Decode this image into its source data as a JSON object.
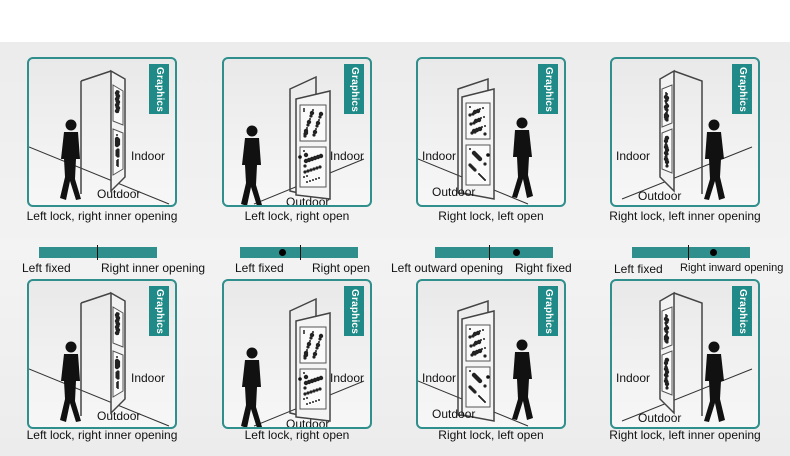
{
  "tag_text": "Graphics",
  "accent_color": "#2f8f8c",
  "tag_color": "#1f8a87",
  "indoor_label": "Indoor",
  "outdoor_label": "Outdoor",
  "top_row": [
    {
      "caption": "Left lock, right inner opening"
    },
    {
      "caption": "Left lock, right open"
    },
    {
      "caption": "Right lock, left open"
    },
    {
      "caption": "Right lock, left inner opening"
    }
  ],
  "bottom_row": [
    {
      "caption": "Left lock, right inner opening"
    },
    {
      "caption": "Left lock, right open"
    },
    {
      "caption": "Right lock, left open"
    },
    {
      "caption": "Right lock, left inner opening"
    }
  ],
  "legends": [
    {
      "left": "Left fixed",
      "right": "Right inner opening"
    },
    {
      "left": "Left fixed",
      "right": "Right open"
    },
    {
      "left": "Left outward opening",
      "right": "Right fixed"
    },
    {
      "left": "Left fixed",
      "right": "Right inward opening"
    }
  ]
}
